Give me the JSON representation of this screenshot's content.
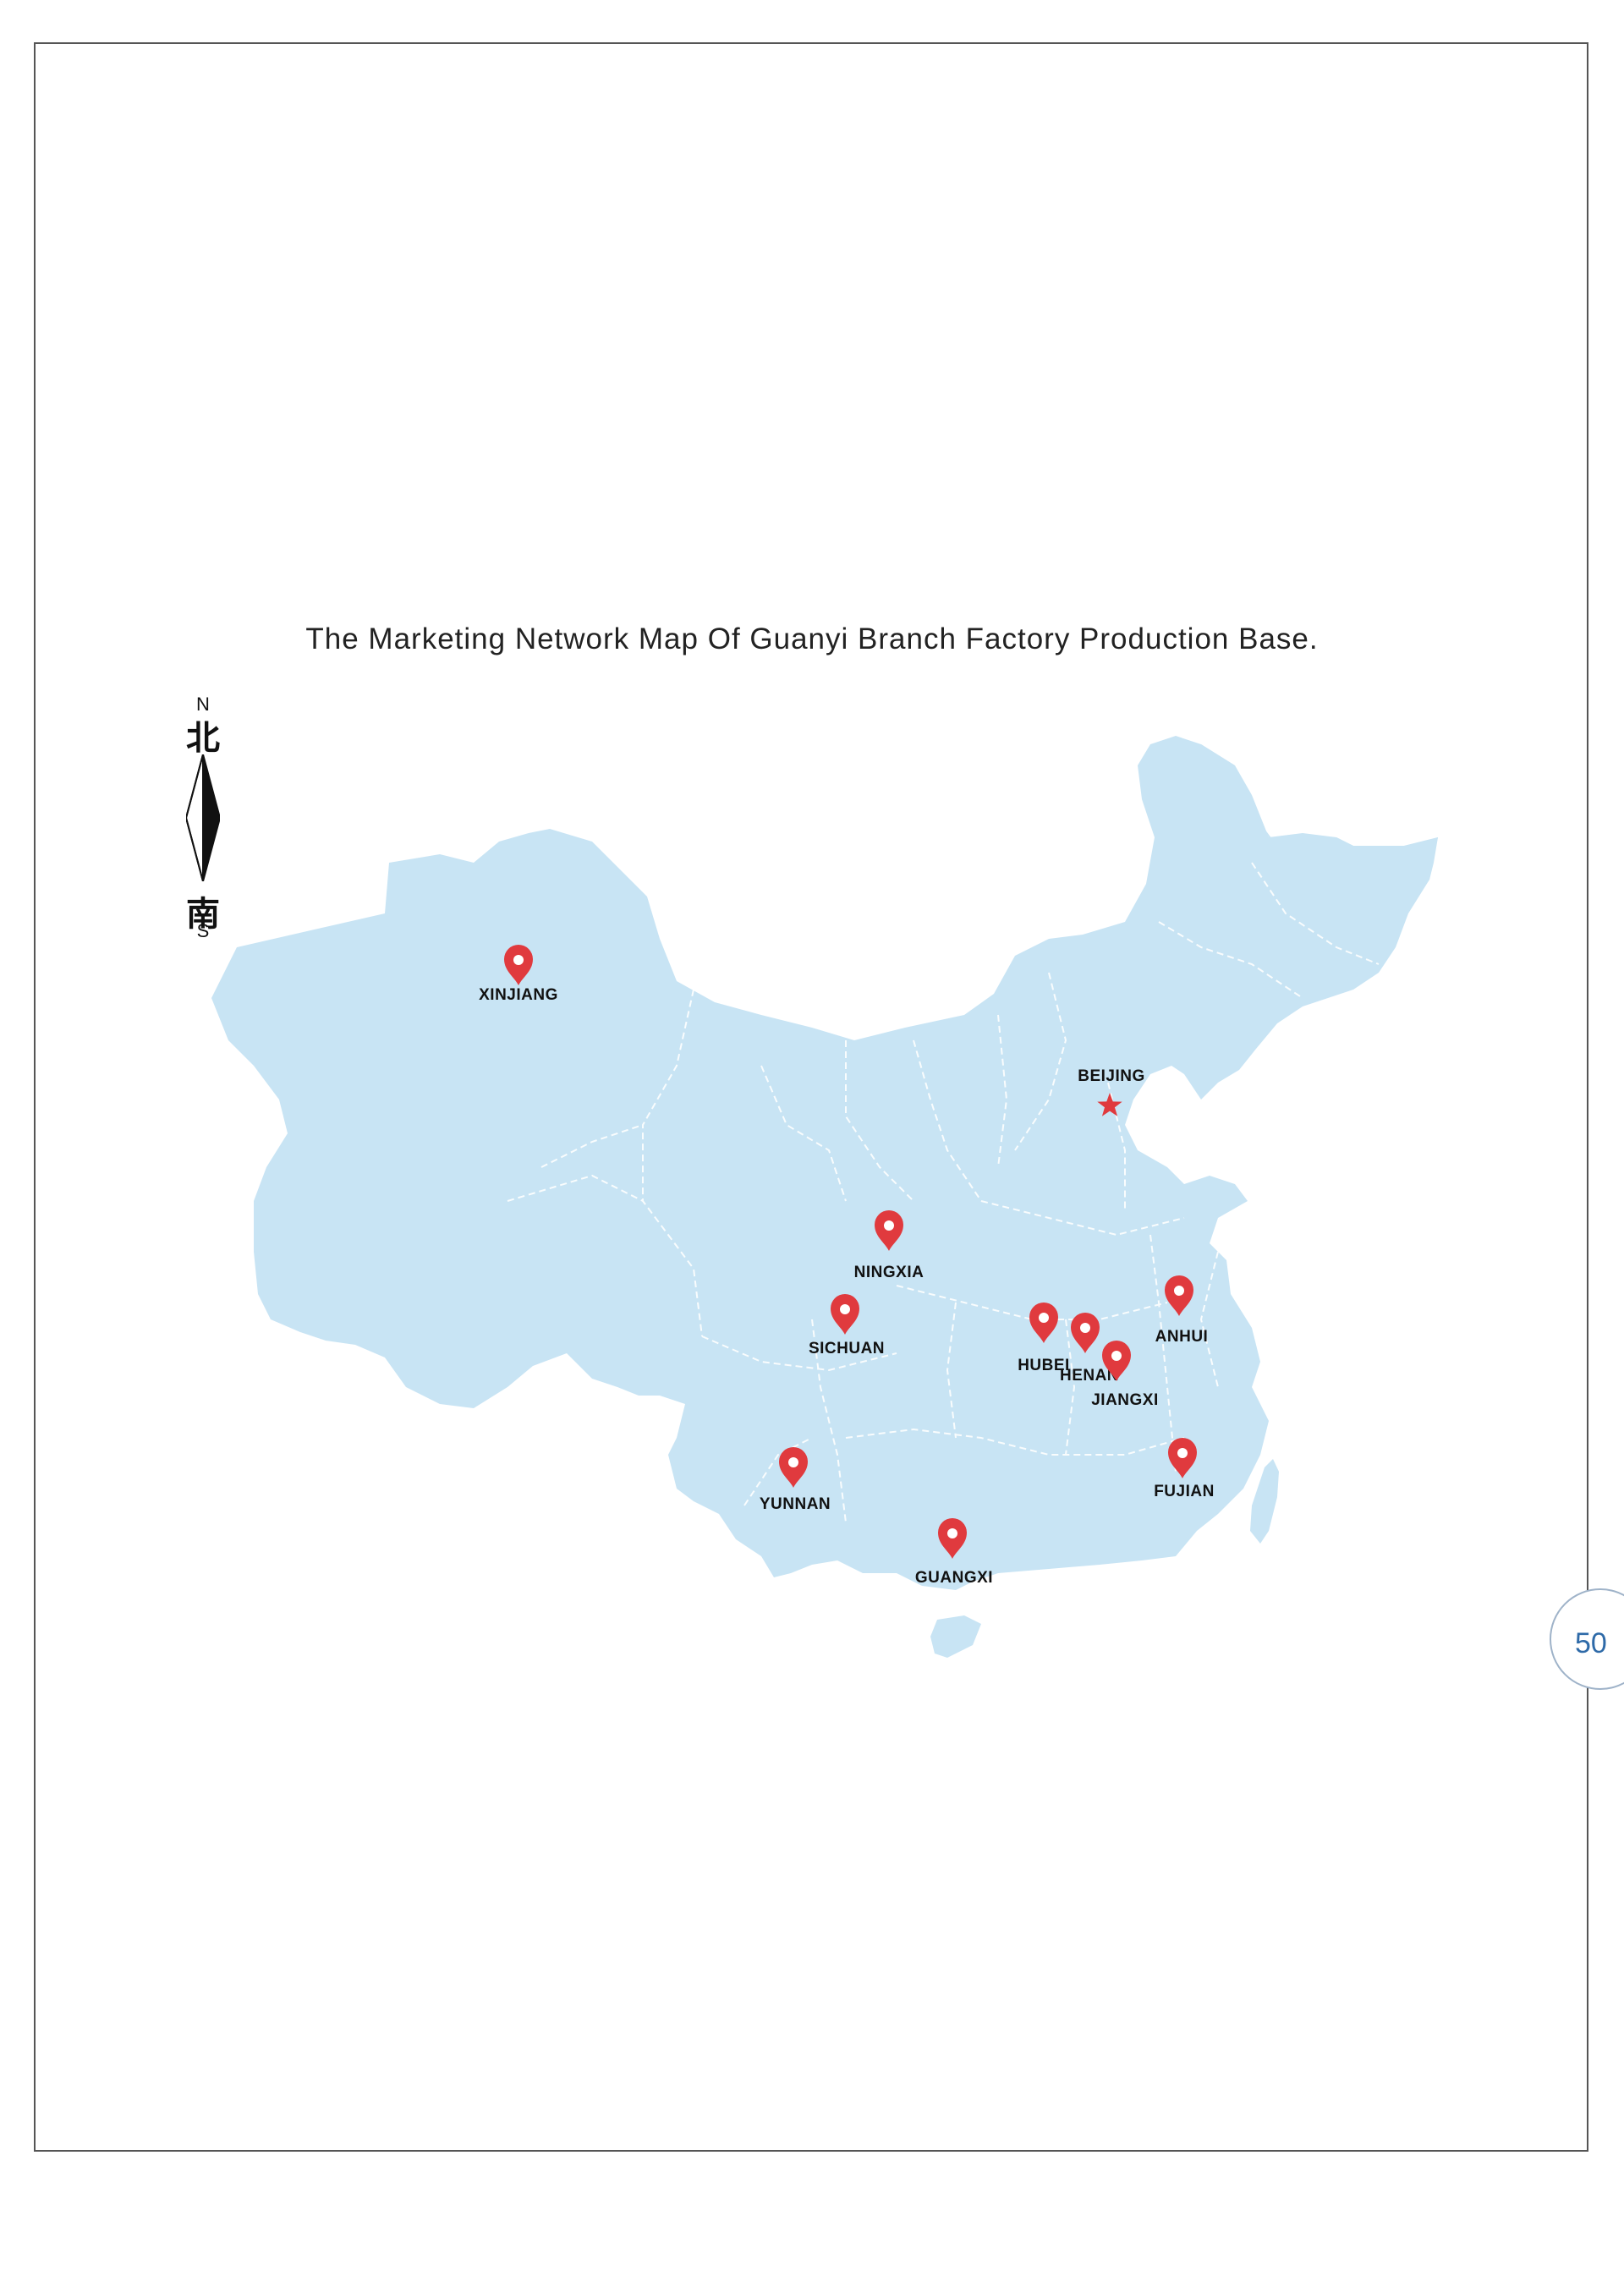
{
  "title": "The Marketing Network Map Of Guanyi Branch Factory Production Base.",
  "compass": {
    "north_letter": "N",
    "north_char": "北",
    "south_char": "南",
    "south_letter": "S"
  },
  "capital": {
    "name": "BEIJING",
    "marker": "star-icon"
  },
  "locations": [
    {
      "id": "xinjiang",
      "name": "XINJIANG",
      "marker": "map-pin-icon"
    },
    {
      "id": "ningxia",
      "name": "NINGXIA",
      "marker": "map-pin-icon"
    },
    {
      "id": "henan",
      "name": "HENAN",
      "marker": "map-pin-icon"
    },
    {
      "id": "anhui",
      "name": "ANHUI",
      "marker": "map-pin-icon"
    },
    {
      "id": "sichuan",
      "name": "SICHUAN",
      "marker": "map-pin-icon"
    },
    {
      "id": "hubei",
      "name": "HUBEI",
      "marker": "map-pin-icon"
    },
    {
      "id": "jiangxi",
      "name": "JIANGXI",
      "marker": "map-pin-icon"
    },
    {
      "id": "yunnan",
      "name": "YUNNAN",
      "marker": "map-pin-icon"
    },
    {
      "id": "fujian",
      "name": "FUJIAN",
      "marker": "map-pin-icon"
    },
    {
      "id": "guangxi",
      "name": "GUANGXI",
      "marker": "map-pin-icon"
    }
  ],
  "colors": {
    "land": "#c8e4f4",
    "border_lines": "#ffffff",
    "marker": "#e03a3e",
    "star": "#e03a3e"
  },
  "page_number": "50"
}
